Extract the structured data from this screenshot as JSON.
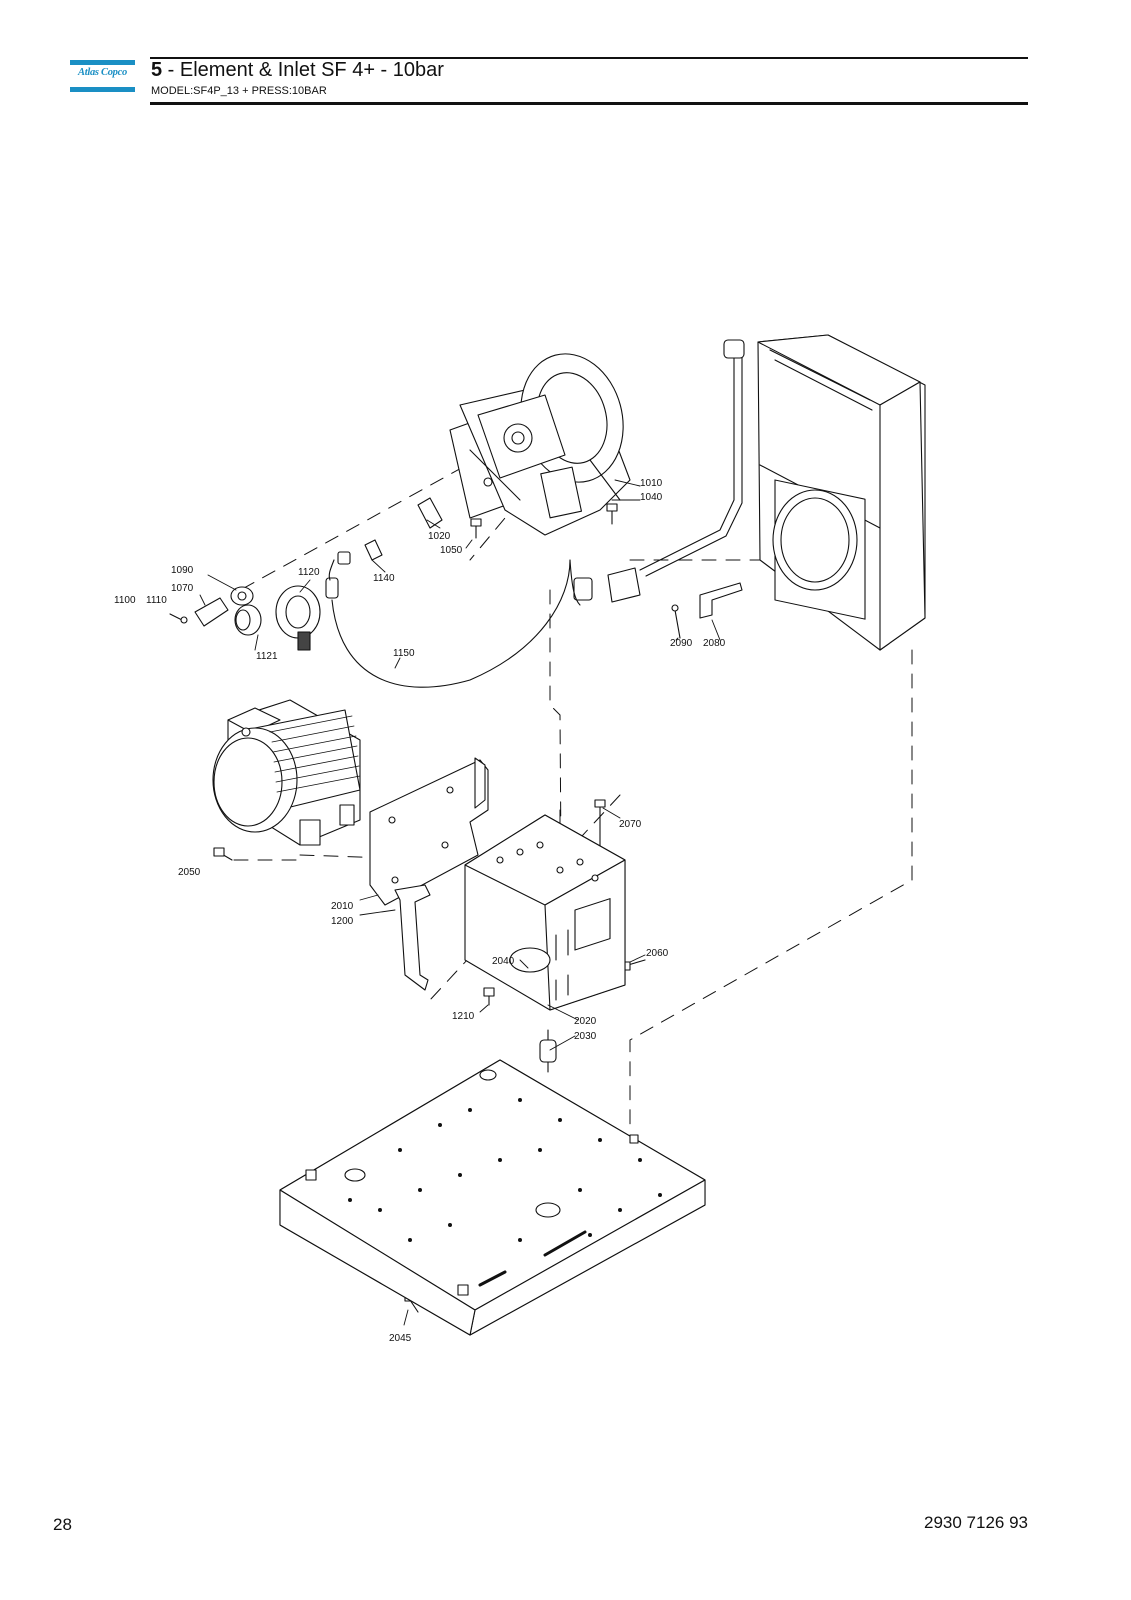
{
  "header": {
    "brand": "Atlas Copco",
    "section_number": "5",
    "section_title": " - Element & Inlet SF 4+ - 10bar",
    "model_line": "MODEL:SF4P_13 + PRESS:10BAR"
  },
  "footer": {
    "page_number": "28",
    "document_number": "2930 7126 93"
  },
  "parts": [
    "1010",
    "1040",
    "1020",
    "1050",
    "1090",
    "1120",
    "1140",
    "1070",
    "1100",
    "1110",
    "1121",
    "1150",
    "2090",
    "2080",
    "2070",
    "2050",
    "2010",
    "1200",
    "2040",
    "2060",
    "1210",
    "2020",
    "2030",
    "2045"
  ]
}
